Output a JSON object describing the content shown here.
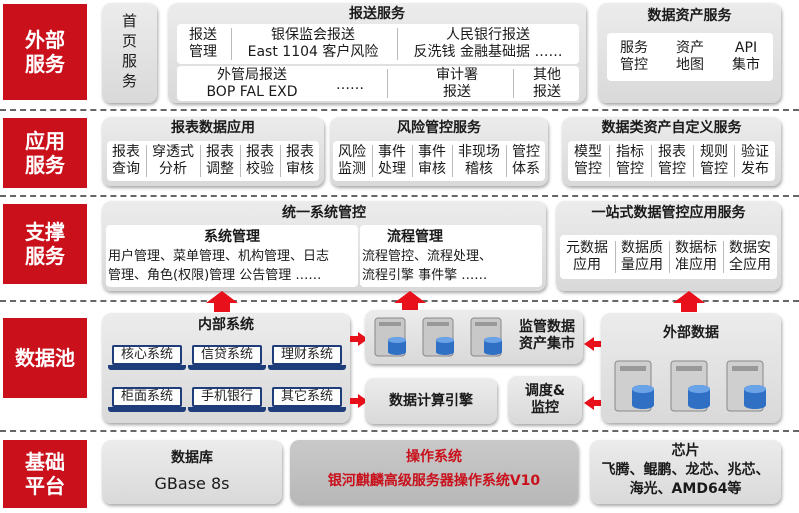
{
  "layers": {
    "external": "外部\n服务",
    "application": "应用\n服务",
    "support": "支撑\n服务",
    "datapool": "数据池",
    "base": "基础\n平台"
  },
  "external": {
    "homepage": "首\n页\n服\n务",
    "report_service": {
      "title": "报送服务",
      "c1": "报送\n管理",
      "c2": "银保监会报送\nEast  1104  客户风险",
      "c3": "人民银行报送\n反洗钱  金融基础据  ……",
      "c4": "外管局报送\nBOP  FAL  EXD",
      "c5": "……",
      "c6": "审计署\n报送",
      "c7": "其他\n报送"
    },
    "asset_service": {
      "title": "数据资产服务",
      "items": [
        "服务\n管控",
        "资产\n地图",
        "API\n集市"
      ]
    }
  },
  "application": {
    "report_app": {
      "title": "报表数据应用",
      "items": [
        "报表\n查询",
        "穿透式\n分析",
        "报表\n调整",
        "报表\n校验",
        "报表\n审核"
      ]
    },
    "risk": {
      "title": "风险管控服务",
      "items": [
        "风险\n监测",
        "事件\n处理",
        "事件\n审核",
        "非现场\n稽核",
        "管控\n体系"
      ]
    },
    "custom": {
      "title": "数据类资产自定义服务",
      "items": [
        "模型\n管控",
        "指标\n管控",
        "报表\n管控",
        "规则\n管控",
        "验证\n发布"
      ]
    }
  },
  "support": {
    "unified": {
      "title": "统一系统管控",
      "sys_title": "系统管理",
      "sys_text": "用户管理、菜单管理、机构管理、日志\n管理、角色(权限)管理  公告管理  ……",
      "flow_title": "流程管理",
      "flow_text": "流程管控、流程处理、\n流程引擎  事件擎  ……"
    },
    "onestop": {
      "title": "一站式数据管控应用服务",
      "items": [
        "元数据\n应用",
        "数据质\n量应用",
        "数据标\n准应用",
        "数据安\n全应用"
      ]
    }
  },
  "datapool": {
    "internal_title": "内部系统",
    "systems": [
      "核心系统",
      "信贷系统",
      "理财系统",
      "柜面系统",
      "手机银行",
      "其它系统"
    ],
    "regulatory_mart": "监管数据\n资产集市",
    "compute_engine": "数据计算引擎",
    "schedule": "调度&\n监控",
    "external_title": "外部数据"
  },
  "base": {
    "db_title": "数据库",
    "db_value": "GBase 8s",
    "os_title": "操作系统",
    "os_value": "银河麒麟高级服务器操作系统V10",
    "chip_title": "芯片",
    "chip_value": "飞腾、鲲鹏、龙芯、兆芯、\n海光、AMD64等"
  },
  "colors": {
    "accent": "#c9101b",
    "arrow": "#e8111b",
    "laptop": "#1f3d7a"
  }
}
